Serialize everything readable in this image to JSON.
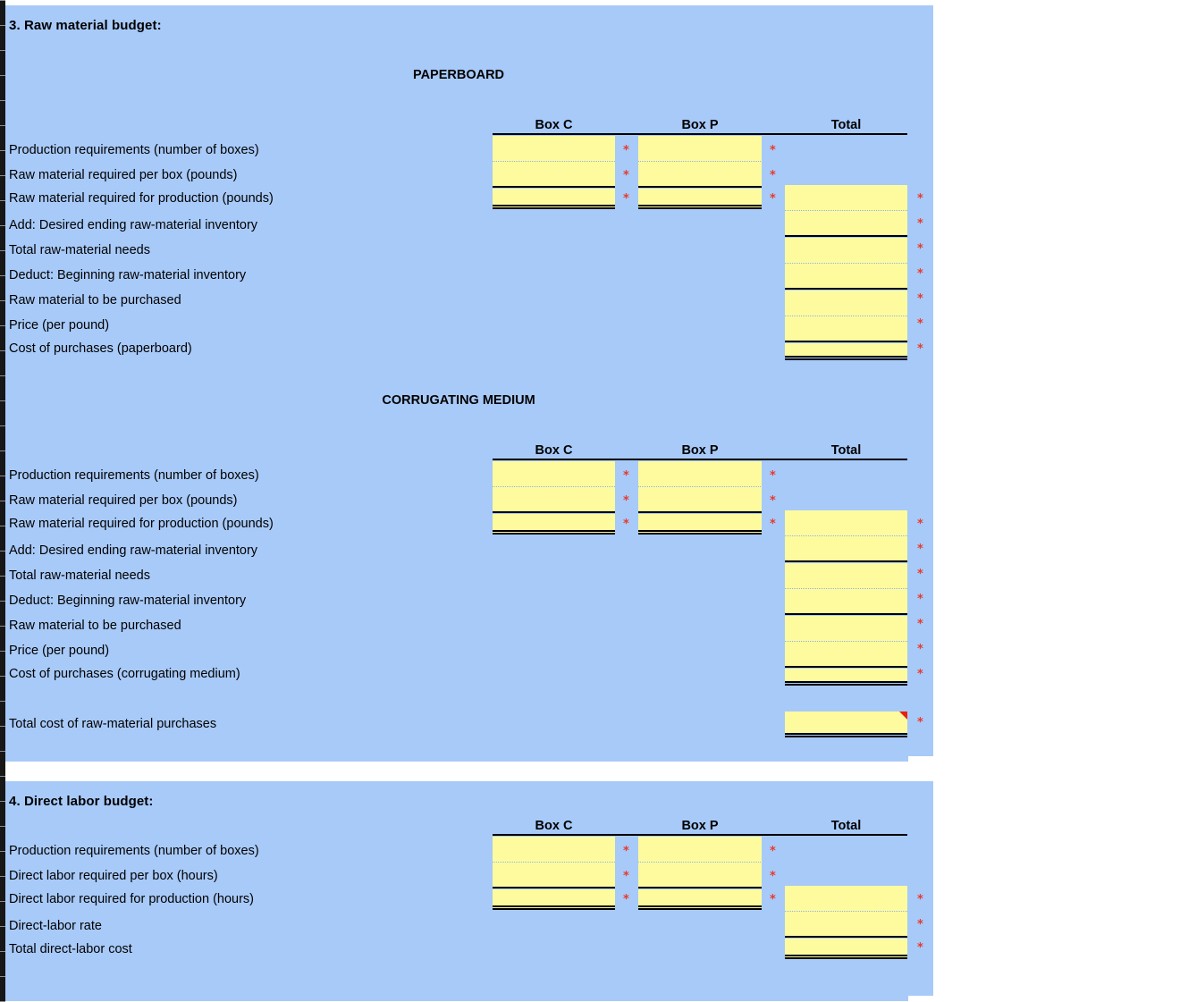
{
  "document": {
    "title": "Raw Material and Direct Labor Budget Worksheet",
    "colors": {
      "sheet_background": "#a8caf9",
      "input_cell": "#fefb9e",
      "required_marker": "#e8392c",
      "rule": "#000000",
      "page_background": "#ffffff"
    }
  },
  "sections": [
    {
      "number": "3.",
      "heading": "3.  Raw material budget:",
      "subsections": [
        {
          "title": "PAPERBOARD",
          "columns": [
            "Box C",
            "Box P",
            "Total"
          ],
          "rows": [
            {
              "label": "Production requirements (number of boxes)",
              "boxc": "",
              "boxp": "",
              "total": null
            },
            {
              "label": "Raw material required per box (pounds)",
              "boxc": "",
              "boxp": "",
              "total": null
            },
            {
              "label": "Raw material required for production (pounds)",
              "boxc": "",
              "boxp": "",
              "total": ""
            },
            {
              "label": "Add: Desired ending raw-material inventory",
              "boxc": null,
              "boxp": null,
              "total": ""
            },
            {
              "label": "Total raw-material needs",
              "boxc": null,
              "boxp": null,
              "total": ""
            },
            {
              "label": "Deduct: Beginning raw-material inventory",
              "boxc": null,
              "boxp": null,
              "total": ""
            },
            {
              "label": "Raw material to be purchased",
              "boxc": null,
              "boxp": null,
              "total": ""
            },
            {
              "label": "Price (per pound)",
              "boxc": null,
              "boxp": null,
              "total": ""
            },
            {
              "label": "Cost of purchases (paperboard)",
              "boxc": null,
              "boxp": null,
              "total": ""
            }
          ]
        },
        {
          "title": "CORRUGATING MEDIUM",
          "columns": [
            "Box C",
            "Box P",
            "Total"
          ],
          "rows": [
            {
              "label": "Production requirements (number of boxes)",
              "boxc": "",
              "boxp": "",
              "total": null
            },
            {
              "label": "Raw material required per box (pounds)",
              "boxc": "",
              "boxp": "",
              "total": null
            },
            {
              "label": "Raw material required for production (pounds)",
              "boxc": "",
              "boxp": "",
              "total": ""
            },
            {
              "label": "Add: Desired ending raw-material inventory",
              "boxc": null,
              "boxp": null,
              "total": ""
            },
            {
              "label": "Total raw-material needs",
              "boxc": null,
              "boxp": null,
              "total": ""
            },
            {
              "label": "Deduct: Beginning raw-material inventory",
              "boxc": null,
              "boxp": null,
              "total": ""
            },
            {
              "label": "Raw material to be purchased",
              "boxc": null,
              "boxp": null,
              "total": ""
            },
            {
              "label": "Price (per pound)",
              "boxc": null,
              "boxp": null,
              "total": ""
            },
            {
              "label": "Cost of purchases (corrugating medium)",
              "boxc": null,
              "boxp": null,
              "total": ""
            }
          ]
        }
      ],
      "grand_total_row": {
        "label": "Total cost of raw-material purchases",
        "total": "",
        "has_comment_marker": true
      }
    },
    {
      "number": "4.",
      "heading": "4.  Direct labor budget:",
      "subsections": [
        {
          "title": "",
          "columns": [
            "Box C",
            "Box P",
            "Total"
          ],
          "rows": [
            {
              "label": "Production requirements (number of boxes)",
              "boxc": "",
              "boxp": "",
              "total": null
            },
            {
              "label": "Direct labor required per box (hours)",
              "boxc": "",
              "boxp": "",
              "total": null
            },
            {
              "label": "Direct labor required for production (hours)",
              "boxc": "",
              "boxp": "",
              "total": ""
            },
            {
              "label": "Direct-labor rate",
              "boxc": null,
              "boxp": null,
              "total": ""
            },
            {
              "label": "Total direct-labor cost",
              "boxc": null,
              "boxp": null,
              "total": ""
            }
          ]
        }
      ]
    }
  ],
  "markers": {
    "required_asterisk": "*"
  }
}
